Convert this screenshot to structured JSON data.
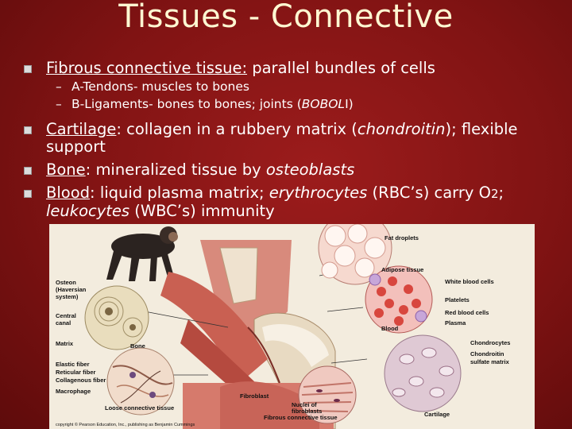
{
  "title": "Tissues - Connective",
  "bullets": [
    {
      "label": "Fibrous connective tissue:",
      "text": " parallel bundles of cells",
      "sub": [
        {
          "dash": "–",
          "text": "A-Tendons- muscles to bones"
        },
        {
          "dash": "–",
          "pre": "B-Ligaments- bones to bones; joints (",
          "ital": "BOBOL",
          "post": "I)"
        }
      ]
    },
    {
      "label": "Cartilage",
      "pre": ": collagen in a rubbery matrix (",
      "ital": "chondroitin",
      "post": "); flexible support"
    },
    {
      "label": "Bone",
      "pre": ": mineralized tissue by ",
      "ital": "osteoblasts",
      "post": ""
    },
    {
      "label": "Blood",
      "pre": ": liquid plasma matrix; ",
      "ital": "erythrocytes",
      "mid": " (RBC’s) carry O",
      "o2": "2",
      "mid2": "; ",
      "ital2": "leukocytes",
      "post": " (WBC’s) immunity"
    }
  ],
  "figure": {
    "labels": {
      "fat_droplets": "Fat droplets",
      "adipose": "Adipose tissue",
      "wbc": "White blood cells",
      "platelets": "Platelets",
      "rbc": "Red blood cells",
      "plasma": "Plasma",
      "blood": "Blood",
      "chondrocytes": "Chondrocytes",
      "chondroitin_1": "Chondroitin",
      "chondroitin_2": "sulfate matrix",
      "cartilage": "Cartilage",
      "osteon_1": "Osteon",
      "osteon_2": "(Haversian",
      "osteon_3": "system)",
      "central_1": "Central",
      "central_2": "canal",
      "matrix": "Matrix",
      "bone": "Bone",
      "elastic": "Elastic fiber",
      "reticular": "Reticular fiber",
      "collagenous": "Collagenous fiber",
      "macrophage": "Macrophage",
      "loose": "Loose connective tissue",
      "fibroblast": "Fibroblast",
      "nuclei_1": "Nuclei of",
      "nuclei_2": "fibroblasts",
      "fibrous": "Fibrous connective tissue",
      "copyright": "copyright © Pearson Education, Inc., publishing as Benjamin Cummings"
    }
  }
}
